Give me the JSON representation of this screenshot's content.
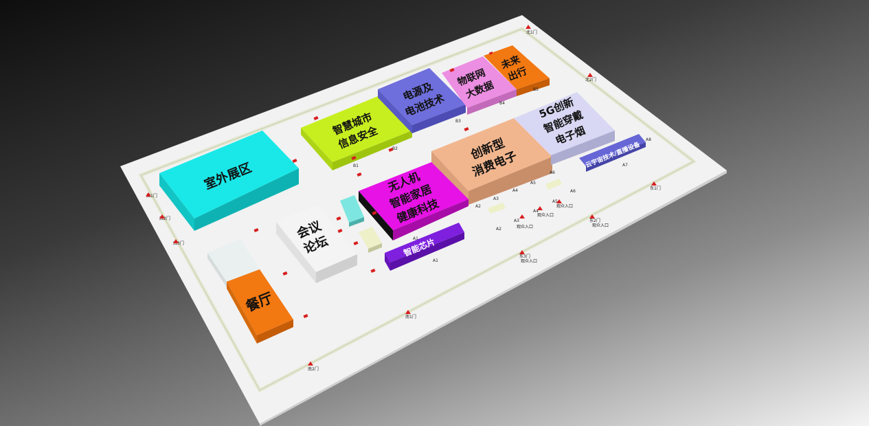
{
  "zones": {
    "outdoor": "室外展区",
    "smart_city_1": "智慧城市",
    "smart_city_2": "信息安全",
    "power_1": "电源及",
    "power_2": "电池技术",
    "iot_1": "物联网",
    "iot_2": "大数据",
    "mobility_1": "未来",
    "mobility_2": "出行",
    "innov_1": "创新型",
    "innov_2": "消费电子",
    "g5_1": "5G创新",
    "g5_2": "智能穿戴",
    "g5_3": "电子烟",
    "cloud": "云宇宙技术/直播设备",
    "drone_1": "无人机",
    "drone_2": "智能家居",
    "drone_3": "健康科技",
    "chips": "智能芯片",
    "forum_1": "会议",
    "forum_2": "论坛",
    "restaurant": "餐厅"
  },
  "hall_codes": {
    "b1": "B1",
    "b2": "B2",
    "b3": "B3",
    "b4": "B4",
    "b5": "B5",
    "a1": "A1",
    "a2": "A2",
    "a3": "A3",
    "a4": "A4",
    "a5": "A5",
    "a6": "A6",
    "a7": "A7",
    "a8": "A8"
  },
  "gates": {
    "north1": "北1门",
    "north2": "北2门",
    "east1": "东1门",
    "east2": "东2门",
    "east3": "东3门",
    "south1": "南1门",
    "south2": "南2门",
    "west1": "西1门",
    "west2": "西2门",
    "west3": "西3门",
    "entry": "观众入口"
  },
  "colors": {
    "outdoor": "#19e6e6",
    "smart_city": "#c5ee1e",
    "power": "#6a6ad8",
    "iot": "#e88ae0",
    "mobility": "#f07812",
    "innov": "#f0b48c",
    "g5": "#d6d6f2",
    "cloud": "#6464d4",
    "drone": "#e60fe6",
    "chips": "#7d1edc",
    "forum": "#f0f0f0",
    "restaurant": "#f07812",
    "floor": "#f2f2f2",
    "path": "#e8ecd8",
    "arrow": "#d81e1e"
  }
}
